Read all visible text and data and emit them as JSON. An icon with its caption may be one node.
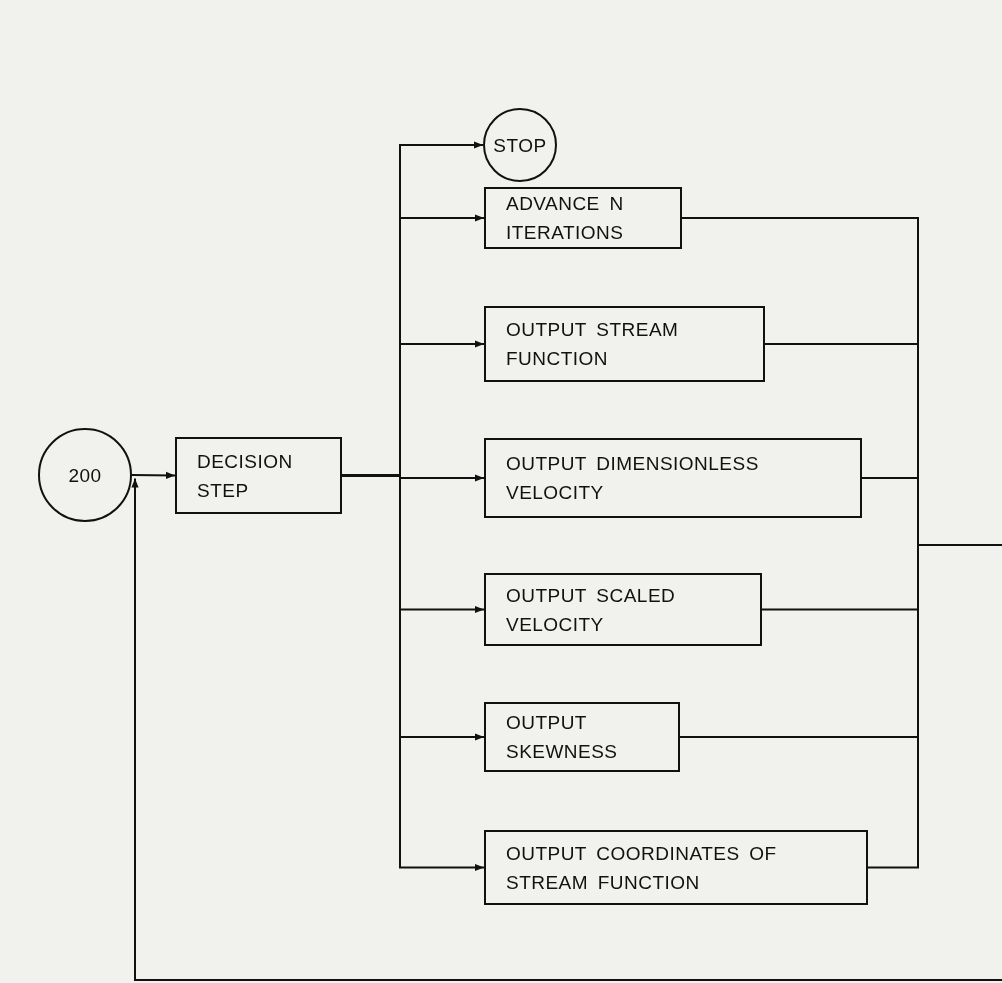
{
  "diagram": {
    "nodes": [
      {
        "text": [
          "200"
        ]
      },
      {
        "text": [
          "DECISION STEP"
        ]
      },
      {
        "text": [
          "STOP"
        ]
      },
      {
        "text": [
          "ADVANCE N ITERATIONS"
        ]
      },
      {
        "text": [
          "OUTPUT STREAM FUNCTION"
        ]
      },
      {
        "text": [
          "OUTPUT DIMENSIONLESS VELOCITY"
        ]
      },
      {
        "text": [
          "OUTPUT SCALED VELOCITY"
        ]
      },
      {
        "text": [
          "OUTPUT SKEWNESS"
        ]
      },
      {
        "text": [
          "OUTPUT COORDINATES OF STREAM FUNCTION"
        ]
      }
    ],
    "edges": [
      {
        "from": 0,
        "to": 1,
        "arrow": "to"
      },
      {
        "from": 1,
        "to": 2,
        "arrow": "to"
      },
      {
        "from": 1,
        "to": 3,
        "arrow": "to"
      },
      {
        "from": 1,
        "to": 4,
        "arrow": "to"
      },
      {
        "from": 1,
        "to": 5,
        "arrow": "to"
      },
      {
        "from": 1,
        "to": 6,
        "arrow": "to"
      },
      {
        "from": 1,
        "to": 7,
        "arrow": "to"
      },
      {
        "from": 1,
        "to": 8,
        "arrow": "to"
      },
      {
        "from": 3,
        "to": null,
        "arrow": "none"
      },
      {
        "from": 4,
        "to": null,
        "arrow": "none"
      },
      {
        "from": 5,
        "to": null,
        "arrow": "none"
      },
      {
        "from": 6,
        "to": null,
        "arrow": "none"
      },
      {
        "from": 7,
        "to": null,
        "arrow": "none"
      },
      {
        "from": 8,
        "to": null,
        "arrow": "none"
      },
      {
        "from": null,
        "to": 1,
        "arrow": "to"
      }
    ]
  }
}
